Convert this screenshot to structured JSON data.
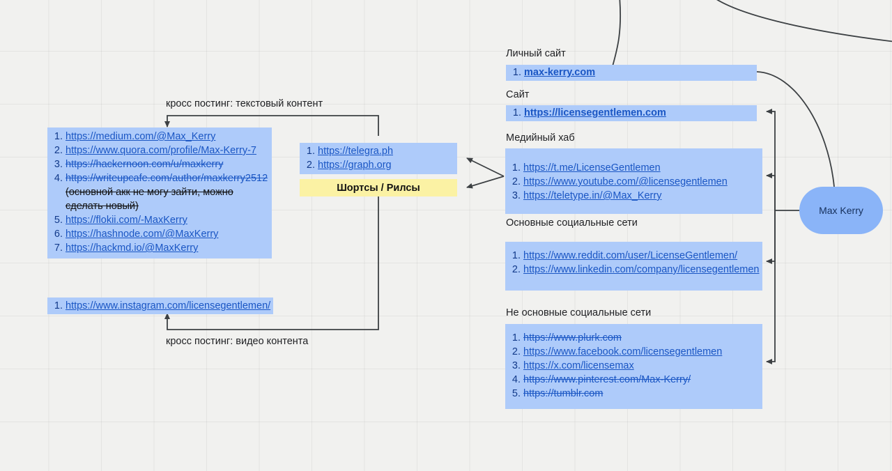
{
  "canvas": {
    "root_node": {
      "label": "Max Kerry"
    }
  },
  "left_cluster": {
    "text_platforms": {
      "items": [
        {
          "text": "https://medium.com/@Max_Kerry",
          "strike": false
        },
        {
          "text": "https://www.quora.com/profile/Max-Kerry-7",
          "strike": false
        },
        {
          "text": "https://hackernoon.com/u/maxkerry",
          "strike": true
        },
        {
          "text": "https://writeupcafe.com/author/maxkerry2512",
          "strike": true,
          "note": "(основной акк не могу зайти, можно сделать новый)"
        },
        {
          "text": "https://flokii.com/-MaxKerry",
          "strike": false
        },
        {
          "text": "https://hashnode.com/@MaxKerry",
          "strike": false
        },
        {
          "text": "https://hackmd.io/@MaxKerry",
          "strike": false
        }
      ]
    },
    "instagram": {
      "items": [
        {
          "text": "https://www.instagram.com/licensegentlemen/",
          "strike": false
        }
      ]
    }
  },
  "middle_cluster": {
    "article_hosts": {
      "items": [
        {
          "text": "https://telegra.ph",
          "strike": false
        },
        {
          "text": "https://graph.org",
          "strike": false
        }
      ]
    },
    "shorts_box": {
      "label": "Шортсы / Рилсы"
    }
  },
  "right_cluster": {
    "personal_site": {
      "label": "Личный сайт",
      "items": [
        {
          "text": "max-kerry.com",
          "strike": false,
          "bold": true
        }
      ]
    },
    "site": {
      "label": "Сайт",
      "items": [
        {
          "text": "https://licensegentlemen.com",
          "strike": false,
          "bold": true
        }
      ]
    },
    "media_hub": {
      "label": "Медийный хаб",
      "items": [
        {
          "text": "https://t.me/LicenseGentlemen",
          "strike": false
        },
        {
          "text": "https://www.youtube.com/@licensegentlemen",
          "strike": false
        },
        {
          "text": "https://teletype.in/@Max_Kerry",
          "strike": false
        }
      ]
    },
    "main_social": {
      "label": "Основные социальные сети",
      "items": [
        {
          "text": "https://www.reddit.com/user/LicenseGentlemen/",
          "strike": false
        },
        {
          "text": "https://www.linkedin.com/company/licensegentlemen",
          "strike": false
        }
      ]
    },
    "secondary_social": {
      "label": "Не основные социальные сети",
      "items": [
        {
          "text": "https://www.plurk.com",
          "strike": true
        },
        {
          "text": "https://www.facebook.com/licensegentlemen",
          "strike": false
        },
        {
          "text": "https://x.com/licensemax",
          "strike": false
        },
        {
          "text": "https://www.pinterest.com/Max-Kerry/",
          "strike": true
        },
        {
          "text": "https://tumblr.com",
          "strike": true
        }
      ]
    }
  },
  "edge_labels": {
    "text_crosspost": "кросс постинг: текстовый контент",
    "video_crosspost": "кросс постинг: видео контента"
  },
  "colors": {
    "highlight": "#aecbfa",
    "link": "#1a56c4",
    "node": "#8ab4f8",
    "yellow": "#fbf2a4",
    "edge": "#3c4043",
    "background": "#f1f1ef"
  }
}
